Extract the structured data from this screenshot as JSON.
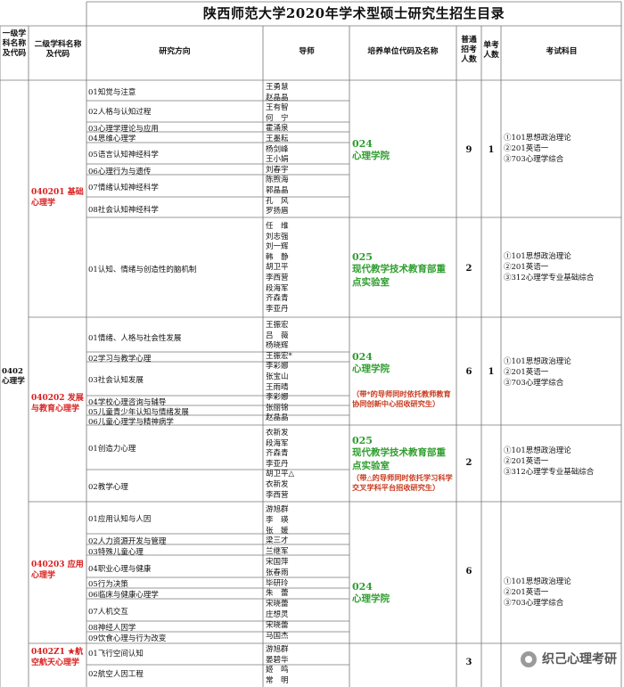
{
  "title": "陕西师范大学2020年学术型硕士研究生招生目录",
  "headers": {
    "level1": "一级学科名称及代码",
    "level2": "二级学科名称及代码",
    "direction": "研究方向",
    "tutor": "导师",
    "unit": "培养单位代码及名称",
    "general": "普通招考人数",
    "single": "单考人数",
    "exam": "考试科目"
  },
  "level1_subject": "0402 心理学",
  "blocks": [
    {
      "subject": "040201 基础心理学",
      "groups": [
        {
          "directions": [
            "01知觉与注意",
            "02人格与认知过程",
            "03心理学理论与应用",
            "04思维心理学",
            "05语言认知神经科学",
            "06心理行为与遗传",
            "07情绪认知神经科学",
            "08社会认知神经科学"
          ],
          "tutors": [
            "王勇慧",
            "赵晶晶",
            "王有智",
            "何　宁",
            "霍涌泉",
            "王墨耘",
            "杨剑峰",
            "王小娟",
            "刘春宇",
            "陈煦海",
            "郭晶晶",
            "孔　风",
            "罗扬眉"
          ],
          "unit_code": "024",
          "unit_name": "心理学院",
          "unit_note": "",
          "general": "9",
          "single": "1",
          "exams": [
            "①101思想政治理论",
            "②201英语一",
            "③703心理学综合"
          ]
        },
        {
          "directions": [
            "01认知、情绪与创造性的脑机制"
          ],
          "tutors": [
            "任　维",
            "刘志强",
            "刘一辉",
            "韩　静",
            "胡卫平",
            "李西营",
            "段海军",
            "齐森青",
            "李亚丹"
          ],
          "unit_code": "025",
          "unit_name": "现代教学技术教育部重点实验室",
          "unit_note": "",
          "general": "2",
          "single": "",
          "exams": [
            "①101思想政治理论",
            "②201英语一",
            "③312心理学专业基础综合"
          ]
        }
      ]
    },
    {
      "subject": "040202 发展与教育心理学",
      "groups": [
        {
          "directions": [
            "01情绪、人格与社会性发展",
            "02学习与教学心理",
            "03社会认知发展",
            "04学校心理咨询与辅导",
            "05儿童青少年认知与情绪发展",
            "06儿童心理学与精神病学"
          ],
          "tutors": [
            "王振宏",
            "吕　薇",
            "杨晓辉",
            "王振宏*",
            "李彩娜",
            "张宝山",
            "王雨晴",
            "李彩娜",
            "张丽锦",
            "赵晶晶"
          ],
          "unit_code": "024",
          "unit_name": "心理学院",
          "unit_note": "（带*的导师同时依托教师教育协同创新中心招收研究生）",
          "general": "6",
          "single": "1",
          "exams": [
            "①101思想政治理论",
            "②201英语一",
            "③703心理学综合"
          ]
        },
        {
          "directions": [
            "01创造力心理",
            "02教学心理"
          ],
          "tutors": [
            "衣新发",
            "段海军",
            "齐森青",
            "李亚丹",
            "胡卫平△",
            "衣新发",
            "李西营"
          ],
          "unit_code": "025",
          "unit_name": "现代教学技术教育部重点实验室",
          "unit_note": "（带△的导师同时依托学习科学交叉学科平台招收研究生）",
          "general": "2",
          "single": "",
          "exams": [
            "①101思想政治理论",
            "②201英语一",
            "③312心理学专业基础综合"
          ]
        }
      ]
    },
    {
      "subject": "040203 应用心理学",
      "groups": [
        {
          "directions": [
            "01应用认知与人因",
            "02人力资源开发与管理",
            "03特殊儿童心理",
            "04职业心理与健康",
            "05行为决策",
            "06临床与健康心理学",
            "07人机交互",
            "08神经人因学",
            "09饮食心理与行为改变"
          ],
          "tutors": [
            "游旭群",
            "李　瑛",
            "张　媛",
            "梁三才",
            "兰继军",
            "宋国萍",
            "张春雨",
            "毕研玲",
            "朱　蕾",
            "宋晓蕾",
            "庄想灵",
            "宋晓蕾",
            "马国杰"
          ],
          "unit_code": "024",
          "unit_name": "心理学院",
          "unit_note": "",
          "general": "6",
          "single": "",
          "exams": [
            "①101思想政治理论",
            "②201英语一",
            "③703心理学综合"
          ]
        }
      ]
    },
    {
      "subject": "0402Z1 ★航空航天心理学",
      "groups": [
        {
          "directions": [
            "01飞行空间认知",
            "02航空人因工程"
          ],
          "tutors": [
            "游旭群",
            "晏碧华",
            "姬　鸣",
            "常　明"
          ],
          "unit_code": "",
          "unit_name": "",
          "unit_note": "",
          "general": "3",
          "single": "",
          "exams": []
        }
      ]
    }
  ],
  "watermark": "织己心理考研"
}
